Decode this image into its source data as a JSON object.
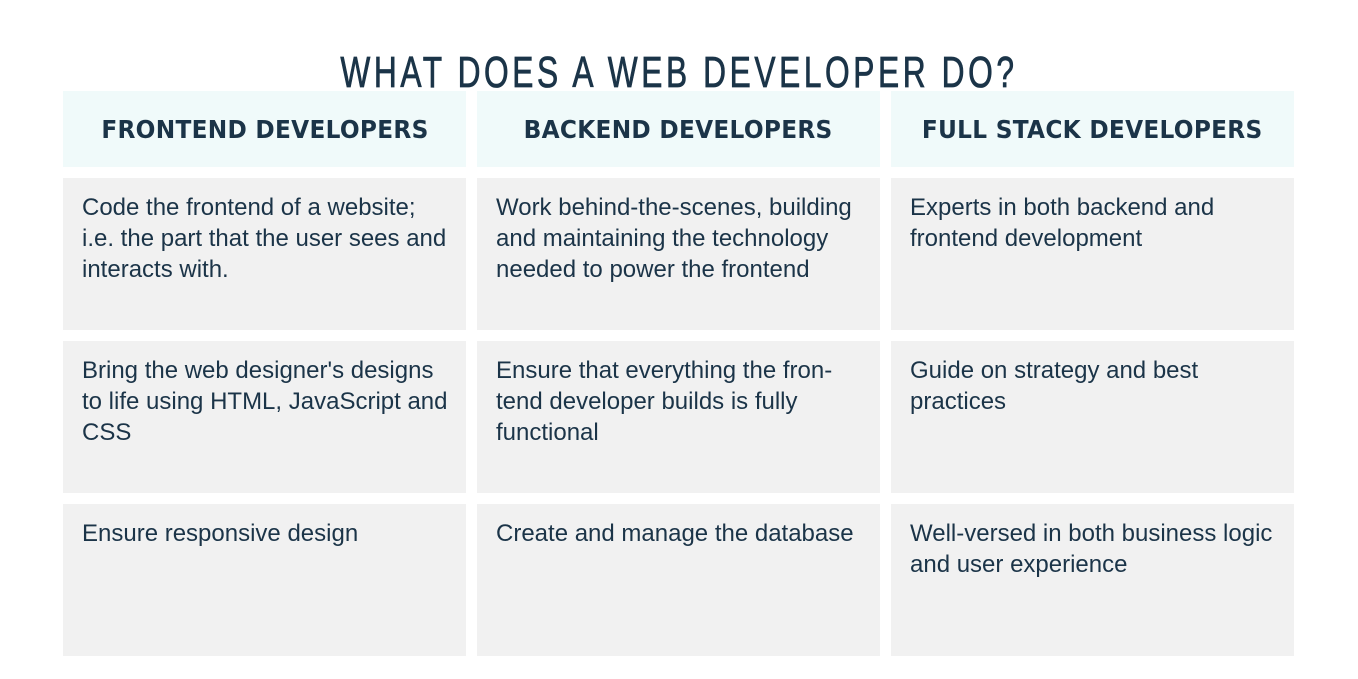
{
  "title": "WHAT DOES A WEB DEVELOPER DO?",
  "colors": {
    "text": "#1b3448",
    "header_bg": "#f0fafa",
    "cell_bg": "#f1f1f1",
    "page_bg": "#ffffff"
  },
  "columns": [
    {
      "header": "FRONTEND DEVELOPERS",
      "cells": [
        "Code the frontend of a website; i.e. the part that the user sees and interacts with.",
        "Bring the web designer's designs to life using HTML, JavaScript and CSS",
        "Ensure responsive design"
      ]
    },
    {
      "header": "BACKEND DEVELOPERS",
      "cells": [
        "Work behind-the-scenes, building and maintaining the technology needed to power the frontend",
        "Ensure that everything the fron-tend developer builds is fully functional",
        "Create and manage the database"
      ]
    },
    {
      "header": "FULL STACK DEVELOPERS",
      "cells": [
        "Experts in both backend and frontend development",
        "Guide on strategy and best practices",
        "Well-versed in both business logic and user experience"
      ]
    }
  ]
}
